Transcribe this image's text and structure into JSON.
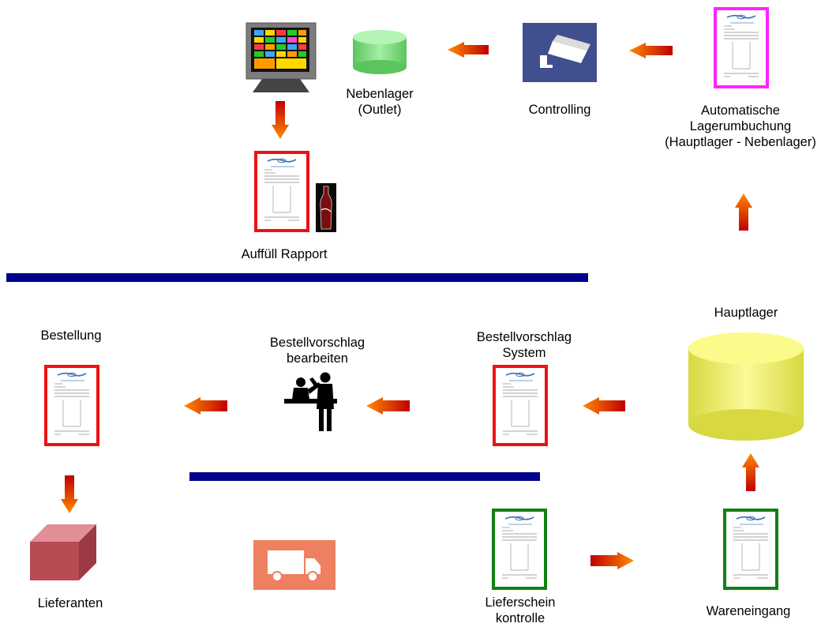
{
  "labels": {
    "nebenlager": [
      "Nebenlager",
      "(Outlet)"
    ],
    "controlling": [
      "Controlling"
    ],
    "umbuchung": [
      "Automatische",
      "Lagerumbuchung",
      "(Hauptlager - Nebenlager)"
    ],
    "auffuell": [
      "Auffüll Rapport"
    ],
    "hauptlager": [
      "Hauptlager"
    ],
    "bestellung": [
      "Bestellung"
    ],
    "bearbeiten": [
      "Bestellvorschlag",
      "bearbeiten"
    ],
    "system": [
      "Bestellvorschlag",
      "System"
    ],
    "lieferanten": [
      "Lieferanten"
    ],
    "kontrolle": [
      "Lieferschein",
      "kontrolle"
    ],
    "wareneingang": [
      "Wareneingang"
    ]
  },
  "colors": {
    "divider": "#00008b",
    "arrow_dark": "#b00000",
    "arrow_light": "#ff7a00",
    "frame_red": "#ee1111",
    "frame_magenta": "#ff22ff",
    "frame_green": "#128012",
    "db_green": "#7ddc7d",
    "db_yellow": "#f2f26a",
    "camera_bg": "#3f4f8f",
    "truck_bg": "#ee7f60",
    "box_front": "#b94b55"
  },
  "icons": {
    "pos_terminal": "pos-terminal-icon",
    "camera": "security-camera-icon",
    "people": "people-at-counter-icon",
    "truck": "delivery-truck-icon",
    "box": "supplier-box-icon",
    "bottle": "cola-bottle-icon"
  }
}
